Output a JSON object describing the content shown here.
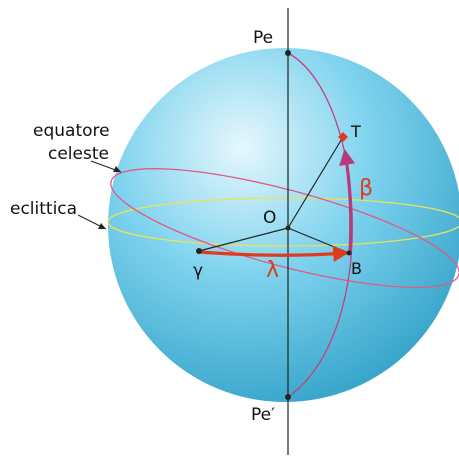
{
  "labels": {
    "pe_top": "Pe",
    "pe_bottom": "Pe′",
    "t": "T",
    "o": "O",
    "b": "B",
    "gamma": "γ",
    "lambda": "λ",
    "beta": "β",
    "equator_line1": "equatore",
    "equator_line2": "celeste",
    "ecliptic": "eclittica"
  },
  "colors": {
    "sphere_light": "#e6f7fd",
    "sphere_mid": "#7fd3ee",
    "sphere_dark": "#2f9fc6",
    "equator_ring": "#e05a86",
    "ecliptic_ring": "#e8e35a",
    "meridian": "#c2417e",
    "arrow": "#e03a1c",
    "beta_arrow": "#b83a7a",
    "label_red": "#e03a1c",
    "axis": "#222222",
    "point_t": "#e03a1c"
  }
}
